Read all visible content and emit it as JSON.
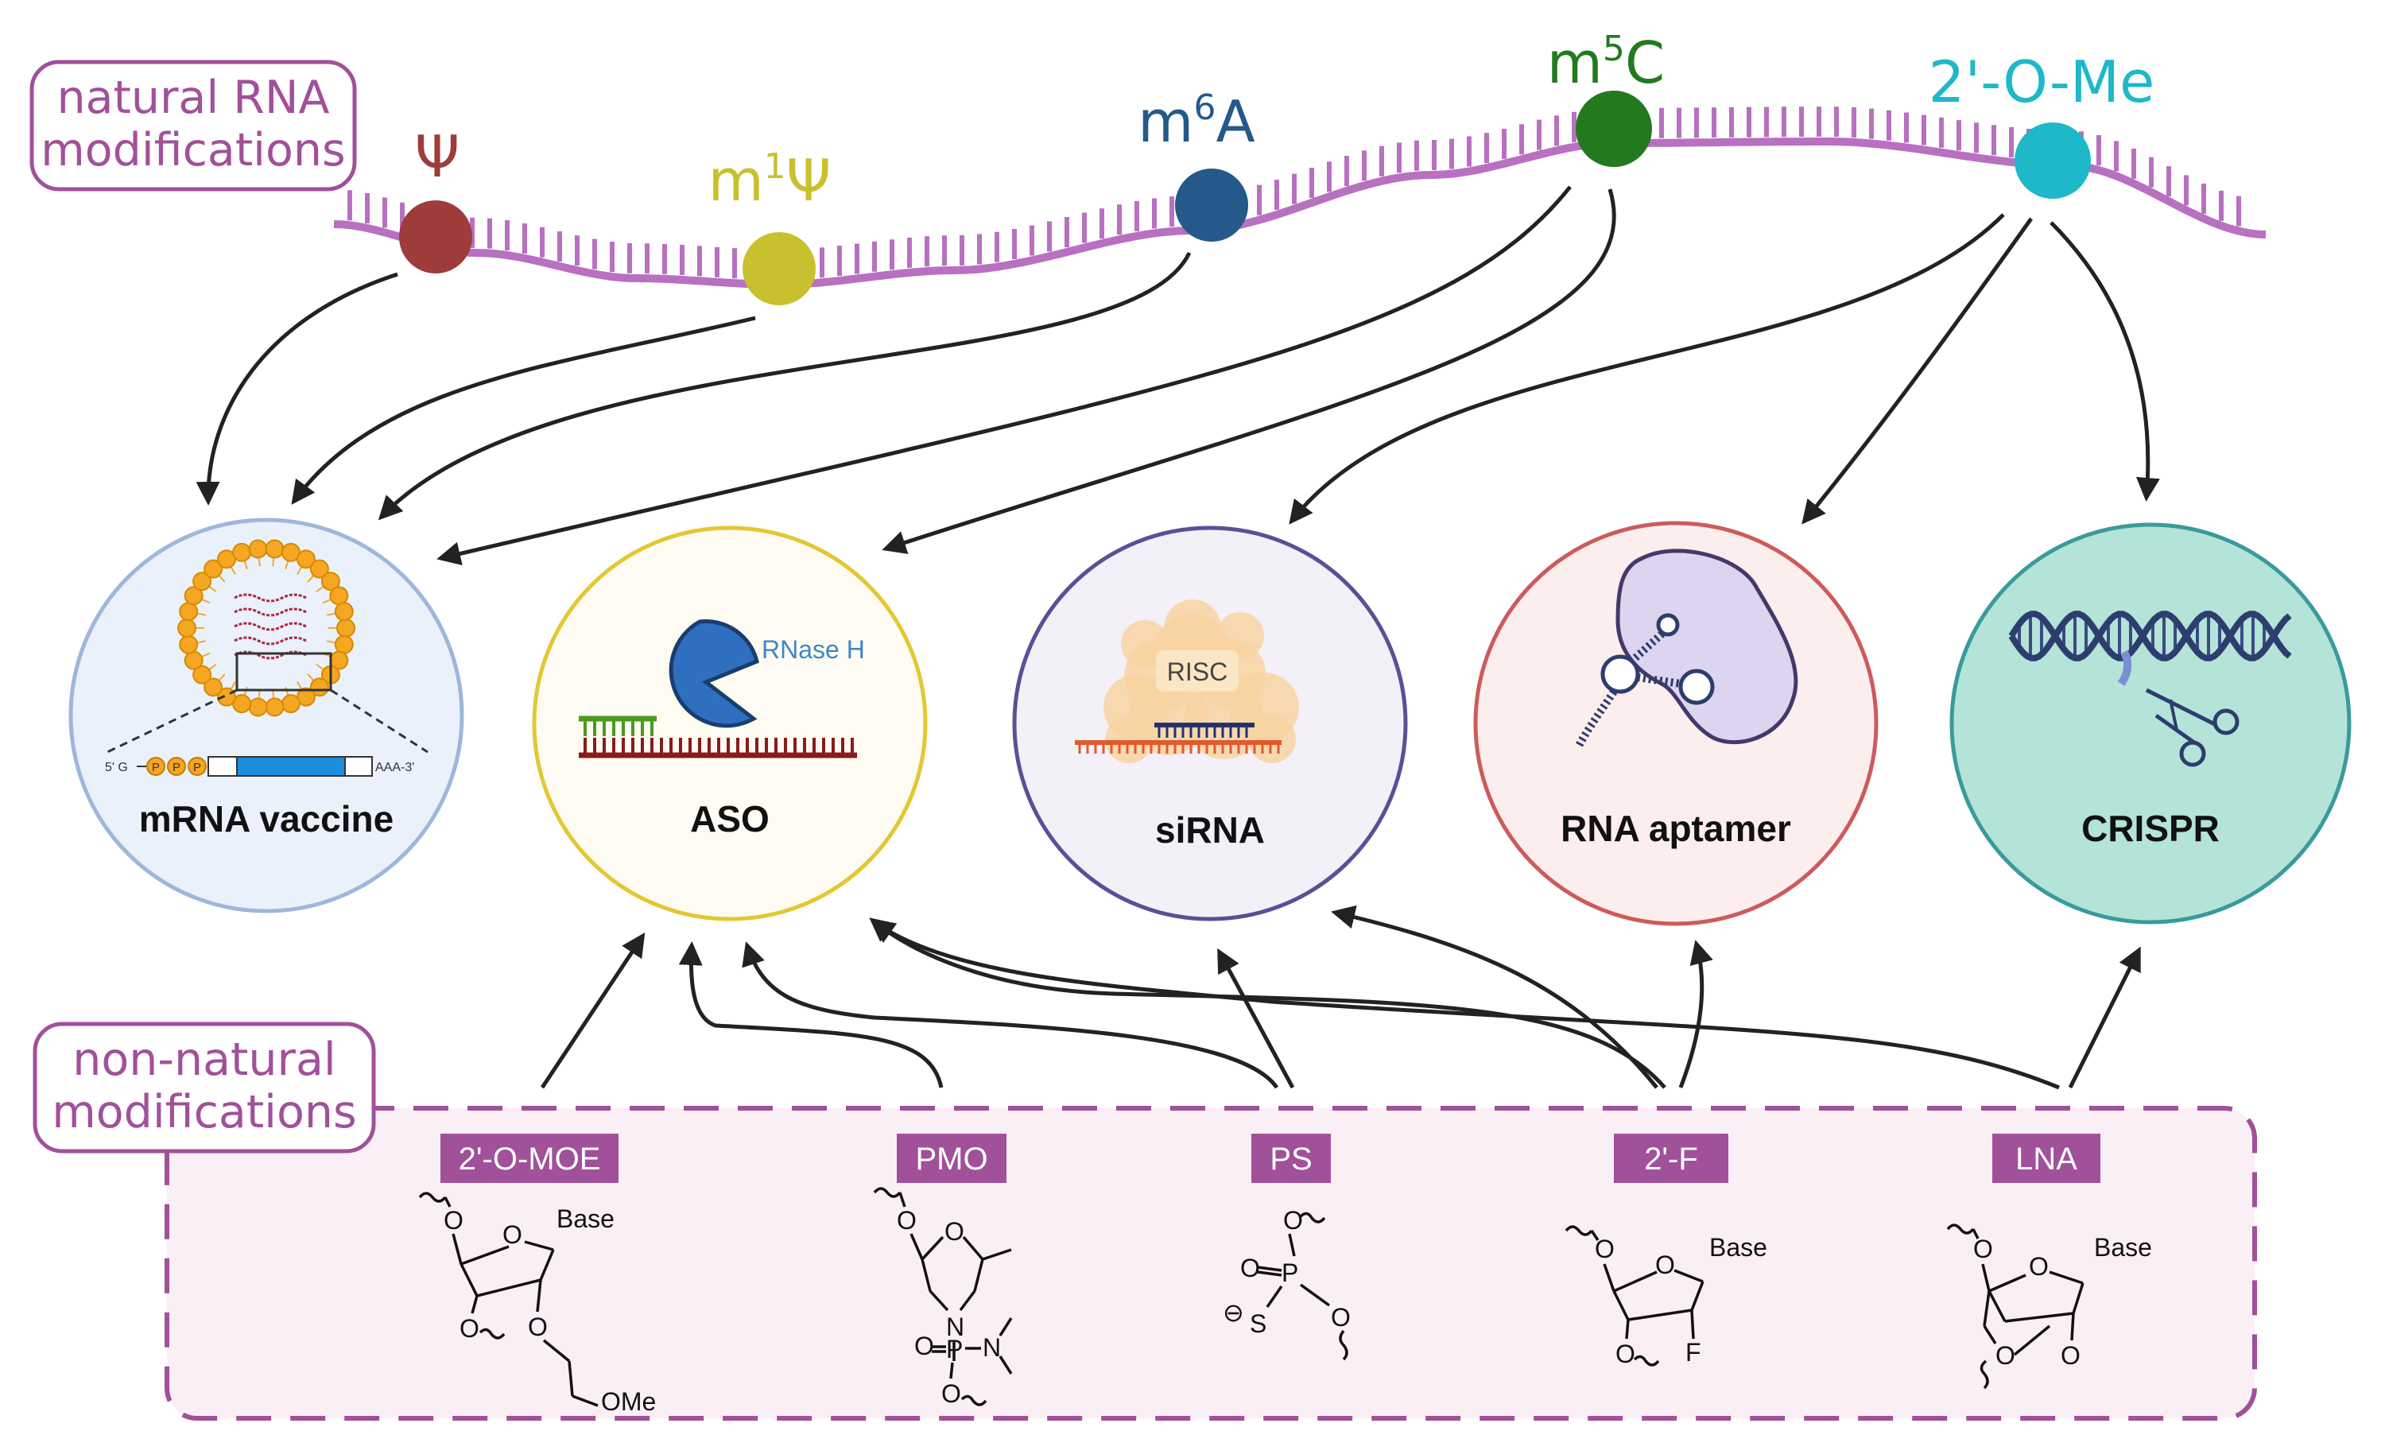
{
  "natural_section": {
    "title_line1": "natural RNA",
    "title_line2": "modifications"
  },
  "nonnatural_section": {
    "title_line1": "non-natural",
    "title_line2": "modifications"
  },
  "natural_modifications": [
    {
      "id": "psi",
      "label": "Ψ",
      "color": "#9e3b3b"
    },
    {
      "id": "m1psi",
      "label_base": "m",
      "label_sup": "1",
      "label_end": "Ψ",
      "color": "#c9c02d"
    },
    {
      "id": "m6a",
      "label_base": "m",
      "label_sup": "6",
      "label_end": "A",
      "color": "#24598a"
    },
    {
      "id": "m5c",
      "label_base": "m",
      "label_sup": "5",
      "label_end": "C",
      "color": "#237a1e"
    },
    {
      "id": "ome",
      "label": "2'-O-Me",
      "color": "#1eb8c8"
    }
  ],
  "applications": [
    {
      "id": "mrna_vaccine",
      "label": "mRNA vaccine",
      "fill": "#eaf1fb",
      "stroke": "#9fb6dc",
      "construct": {
        "five_prime": "5' G",
        "cap": [
          "P",
          "P",
          "P"
        ],
        "three_prime": "AAA-3'"
      }
    },
    {
      "id": "aso",
      "label": "ASO",
      "fill": "#fefcf2",
      "stroke": "#e3c733",
      "enzyme": "RNase H"
    },
    {
      "id": "sirna",
      "label": "siRNA",
      "fill": "#f3f0f8",
      "stroke": "#5c4f96",
      "complex": "RISC"
    },
    {
      "id": "aptamer",
      "label": "RNA aptamer",
      "fill": "#fdeeee",
      "stroke": "#cc5b5b"
    },
    {
      "id": "crispr",
      "label": "CRISPR",
      "fill": "#b4e3d8",
      "stroke": "#3a9a9c"
    }
  ],
  "nonnatural_modifications": [
    {
      "id": "moe",
      "tag": "2'-O-MOE",
      "atoms": {
        "o_top": "O",
        "o_ring": "O",
        "base": "Base",
        "o_bottom": "O",
        "o_chain": "O",
        "ome": "OMe"
      }
    },
    {
      "id": "pmo",
      "tag": "PMO",
      "atoms": {
        "o_top": "O",
        "o_ring": "O",
        "n_ring": "N",
        "o_dbl": "O",
        "p": "P",
        "n_side": "N",
        "o_bottom": "O"
      }
    },
    {
      "id": "ps",
      "tag": "PS",
      "atoms": {
        "o_top": "O",
        "o_dbl": "O",
        "p": "P",
        "minus": "⊖",
        "s": "S",
        "o_right": "O"
      }
    },
    {
      "id": "f",
      "tag": "2'-F",
      "atoms": {
        "o_top": "O",
        "o_ring": "O",
        "base": "Base",
        "o_bottom": "O",
        "f": "F"
      }
    },
    {
      "id": "lna",
      "tag": "LNA",
      "atoms": {
        "o_top": "O",
        "o_ring": "O",
        "base": "Base",
        "o_bottom": "O",
        "o_bridge": "O"
      }
    }
  ],
  "colors": {
    "backbone": "#b870c0",
    "section_stroke": "#a1509a",
    "section_fill": "#fbeff6",
    "tag_fill": "#a1509a",
    "arrow": "#222222"
  }
}
